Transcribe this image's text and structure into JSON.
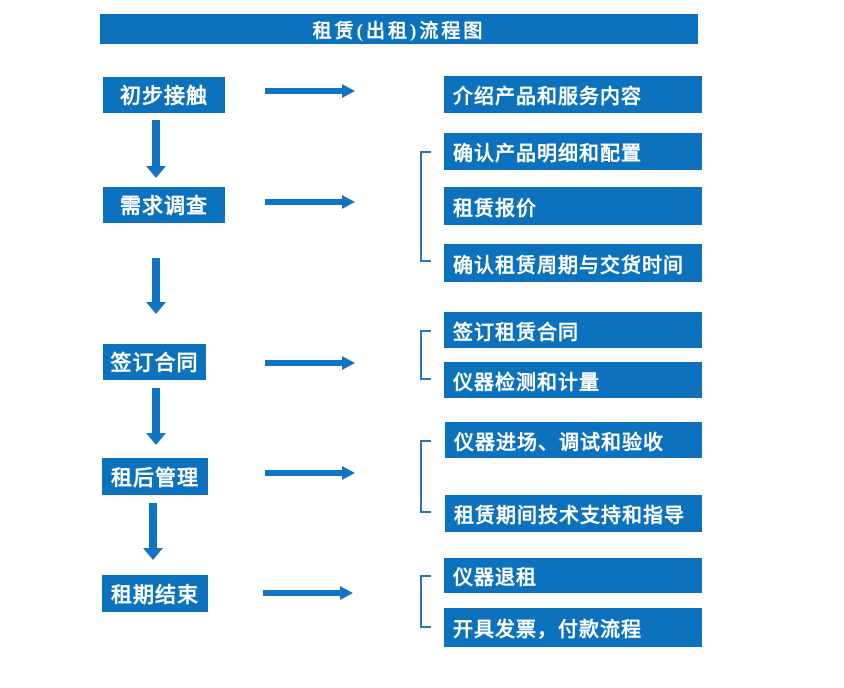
{
  "colors": {
    "primary": "#0c72be",
    "arrow": "#1173c4",
    "bracket": "#2e74b5",
    "text_on_primary": "#ffffff",
    "background": "#ffffff"
  },
  "flow": {
    "title": "租赁(出租)流程图",
    "stages": [
      {
        "label": "初步接触",
        "details": [
          "介绍产品和服务内容"
        ]
      },
      {
        "label": "需求调查",
        "details": [
          "确认产品明细和配置",
          "租赁报价",
          "确认租赁周期与交货时间"
        ]
      },
      {
        "label": "签订合同",
        "details": [
          "签订租赁合同",
          "仪器检测和计量"
        ]
      },
      {
        "label": "租后管理",
        "details": [
          "仪器进场、调试和验收",
          "租赁期间技术支持和指导"
        ]
      },
      {
        "label": "租期结束",
        "details": [
          "仪器退租",
          "开具发票，付款流程"
        ]
      }
    ]
  }
}
